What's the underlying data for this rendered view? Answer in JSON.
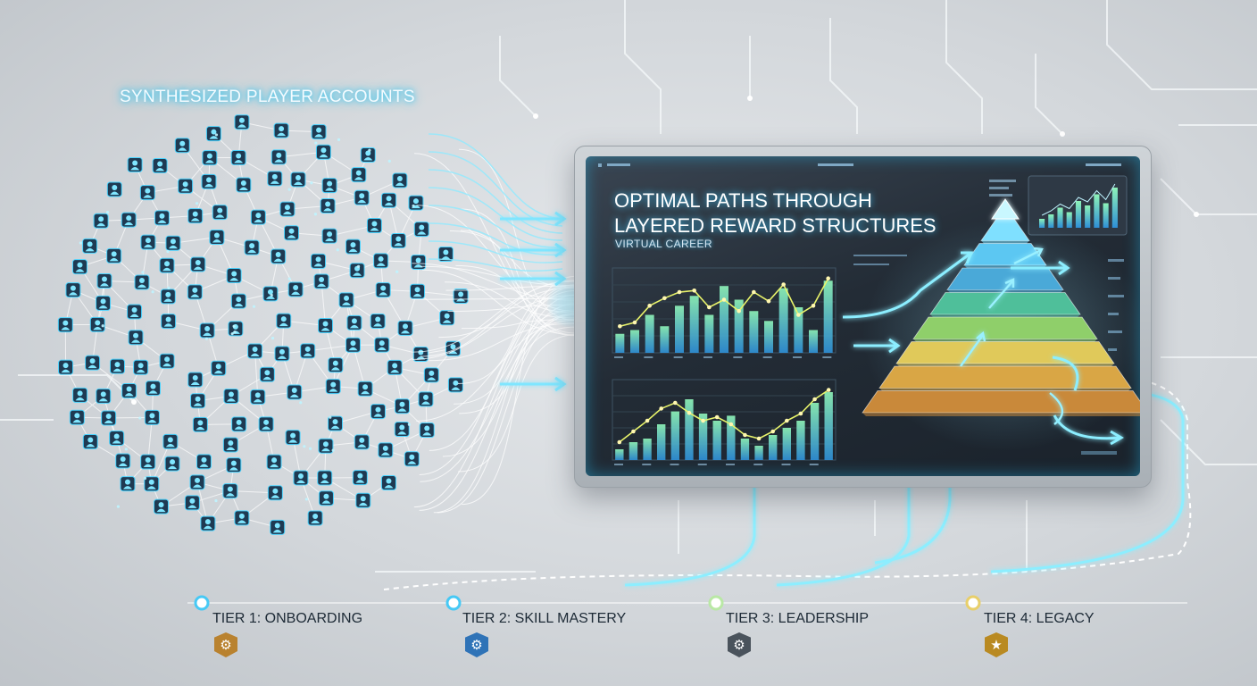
{
  "network": {
    "title": "SYNTHESIZED PLAYER ACCOUNTS"
  },
  "dashboard": {
    "headline_line1": "OPTIMAL PATHS THROUGH",
    "headline_line2": "LAYERED REWARD STRUCTURES",
    "subheading": "VIRTUAL CAREER",
    "mini_chart_values": [
      0.2,
      0.3,
      0.45,
      0.35,
      0.6,
      0.5,
      0.75,
      0.55,
      0.9
    ],
    "chart_1_values": [
      0.25,
      0.3,
      0.5,
      0.35,
      0.62,
      0.75,
      0.5,
      0.88,
      0.7,
      0.55,
      0.42,
      0.85,
      0.6,
      0.3,
      0.95
    ],
    "chart_1_line": [
      0.35,
      0.4,
      0.62,
      0.72,
      0.8,
      0.82,
      0.6,
      0.7,
      0.55,
      0.8,
      0.68,
      0.9,
      0.5,
      0.62,
      0.98
    ],
    "chart_2_values": [
      0.15,
      0.25,
      0.3,
      0.5,
      0.68,
      0.85,
      0.65,
      0.55,
      0.62,
      0.3,
      0.2,
      0.35,
      0.45,
      0.55,
      0.8,
      0.95
    ],
    "chart_2_line": [
      0.25,
      0.4,
      0.55,
      0.72,
      0.8,
      0.66,
      0.55,
      0.6,
      0.5,
      0.35,
      0.3,
      0.4,
      0.55,
      0.65,
      0.85,
      0.98
    ]
  },
  "pyramid": {
    "layer_colors": [
      "#7fe0ff",
      "#5cc7f2",
      "#4aa9d8",
      "#4fbf9a",
      "#8fcf6a",
      "#e0c95a",
      "#d9a645",
      "#c9893a"
    ]
  },
  "timeline": {
    "tiers": [
      {
        "label": "TIER 1: ONBOARDING",
        "icon": "gear-icon",
        "color": "#b9822f"
      },
      {
        "label": "TIER 2: SKILL MASTERY",
        "icon": "cog-icon",
        "color": "#2f73b7"
      },
      {
        "label": "TIER 3: LEADERSHIP",
        "icon": "settings-icon",
        "color": "#4a535c"
      },
      {
        "label": "TIER 4: LEGACY",
        "icon": "trophy-icon",
        "color": "#b98a22"
      }
    ]
  }
}
